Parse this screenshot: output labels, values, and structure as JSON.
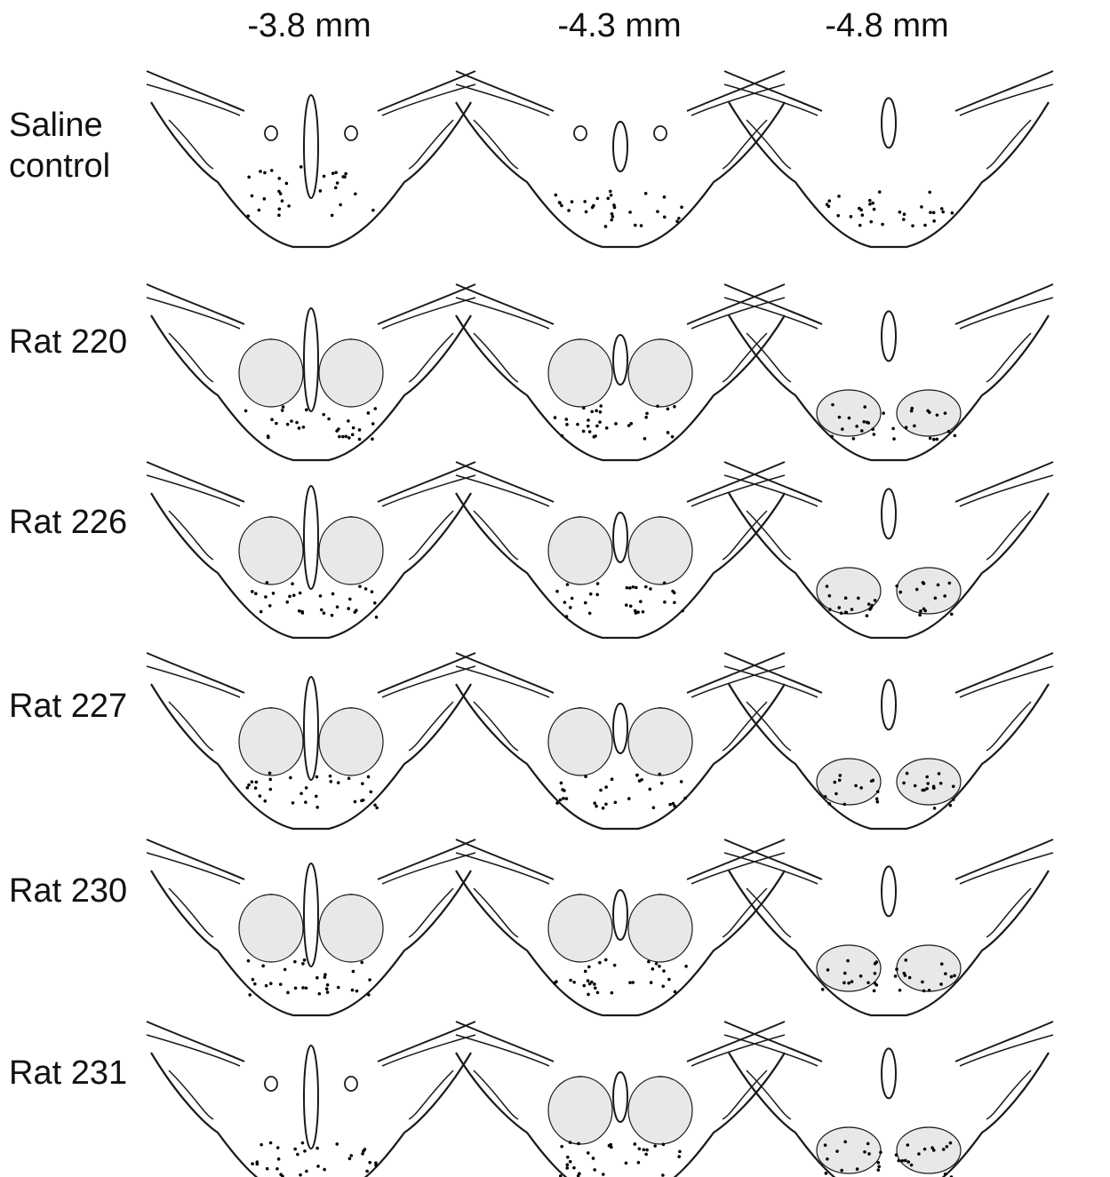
{
  "columns": [
    {
      "label": "-3.8 mm"
    },
    {
      "label": "-4.3 mm"
    },
    {
      "label": "-4.8 mm"
    }
  ],
  "rows": [
    {
      "label_lines": [
        "Saline",
        "control"
      ],
      "lesion": [
        0,
        0,
        0
      ]
    },
    {
      "label_lines": [
        "Rat 220"
      ],
      "lesion": [
        1,
        1,
        1
      ]
    },
    {
      "label_lines": [
        "Rat 226"
      ],
      "lesion": [
        1,
        1,
        1
      ]
    },
    {
      "label_lines": [
        "Rat 227"
      ],
      "lesion": [
        1,
        1,
        1
      ]
    },
    {
      "label_lines": [
        "Rat 230"
      ],
      "lesion": [
        1,
        1,
        1
      ]
    },
    {
      "label_lines": [
        "Rat 231"
      ],
      "lesion": [
        0,
        1,
        1
      ]
    }
  ],
  "colors": {
    "outline": "#1a1a1a",
    "lesion_fill": "#e8e8e8",
    "dot": "#000000"
  }
}
